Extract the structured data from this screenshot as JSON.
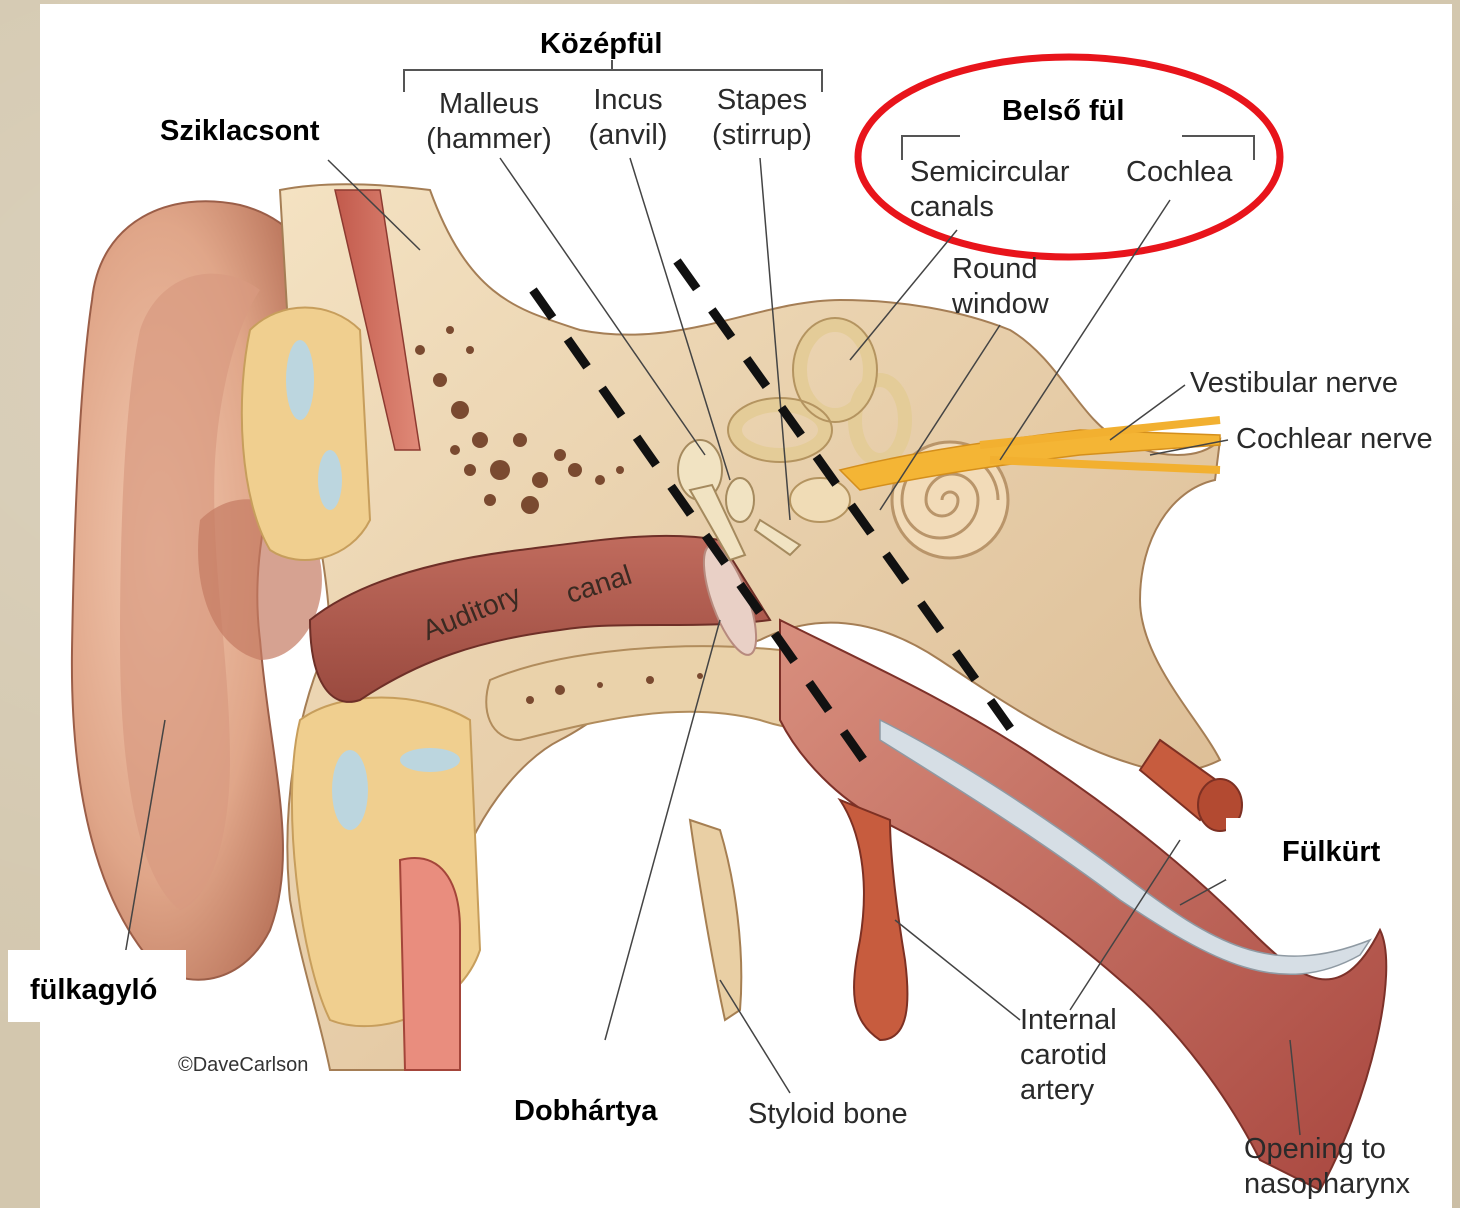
{
  "header_label": "Középfül",
  "ossicles": [
    {
      "line1": "Malleus",
      "line2": "(hammer)"
    },
    {
      "line1": "Incus",
      "line2": "(anvil)"
    },
    {
      "line1": "Stapes",
      "line2": "(stirrup)"
    }
  ],
  "inner_ear": {
    "title": "Belső fül",
    "semicircular_line1": "Semicircular",
    "semicircular_line2": "canals",
    "cochlea": "Cochlea",
    "highlight_color": "#e8141b"
  },
  "labels": {
    "sziklacsont": "Sziklacsont",
    "round_window_line1": "Round",
    "round_window_line2": "window",
    "vestibular_nerve": "Vestibular nerve",
    "cochlear_nerve": "Cochlear nerve",
    "fulkurt": "Fülkürt",
    "fulkagylo": "fülkagyló",
    "credit": "©DaveCarlson",
    "dobhartya": "Dobhártya",
    "styloid_bone": "Styloid bone",
    "carotid_line1": "Internal",
    "carotid_line2": "carotid",
    "carotid_line3": "artery",
    "opening_line1": "Opening to",
    "opening_line2": "nasopharynx",
    "canal_word1": "Auditory",
    "canal_word2": "canal"
  }
}
